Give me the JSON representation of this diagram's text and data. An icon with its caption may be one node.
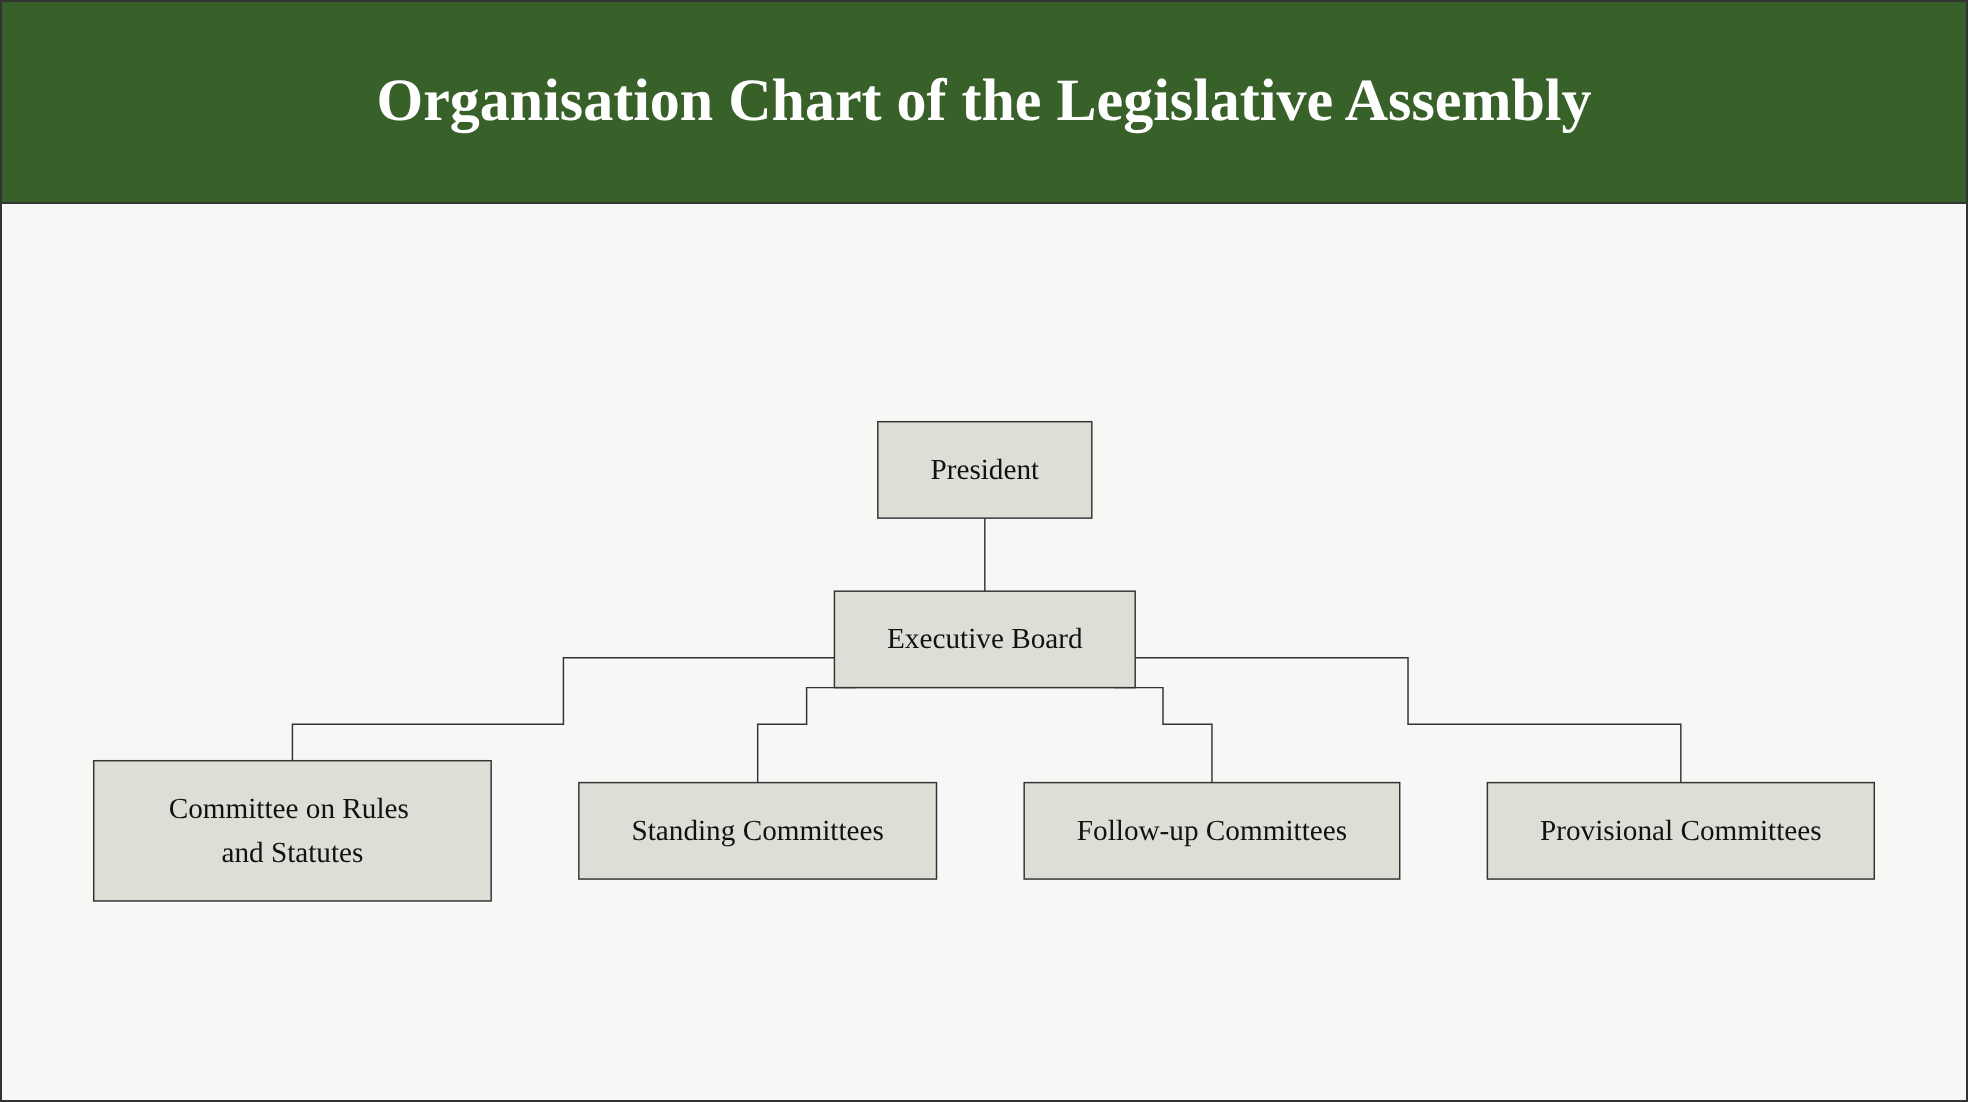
{
  "diagram": {
    "title": "Organisation Chart of the Legislative Assembly",
    "nodes": [
      {
        "text": [
          "President"
        ]
      },
      {
        "text": [
          "Executive Board"
        ]
      },
      {
        "text": [
          "Committee on Rules and Statutes"
        ]
      },
      {
        "text": [
          "Standing Committees"
        ]
      },
      {
        "text": [
          "Follow-up Committees"
        ]
      },
      {
        "text": [
          "Provisional Committees"
        ]
      }
    ],
    "edges": [
      {
        "from": 0,
        "to": 1,
        "arrow": "none"
      },
      {
        "from": 1,
        "to": 2,
        "arrow": "none"
      },
      {
        "from": 1,
        "to": 3,
        "arrow": "none"
      },
      {
        "from": 1,
        "to": 4,
        "arrow": "none"
      },
      {
        "from": 1,
        "to": 5,
        "arrow": "none"
      }
    ]
  }
}
